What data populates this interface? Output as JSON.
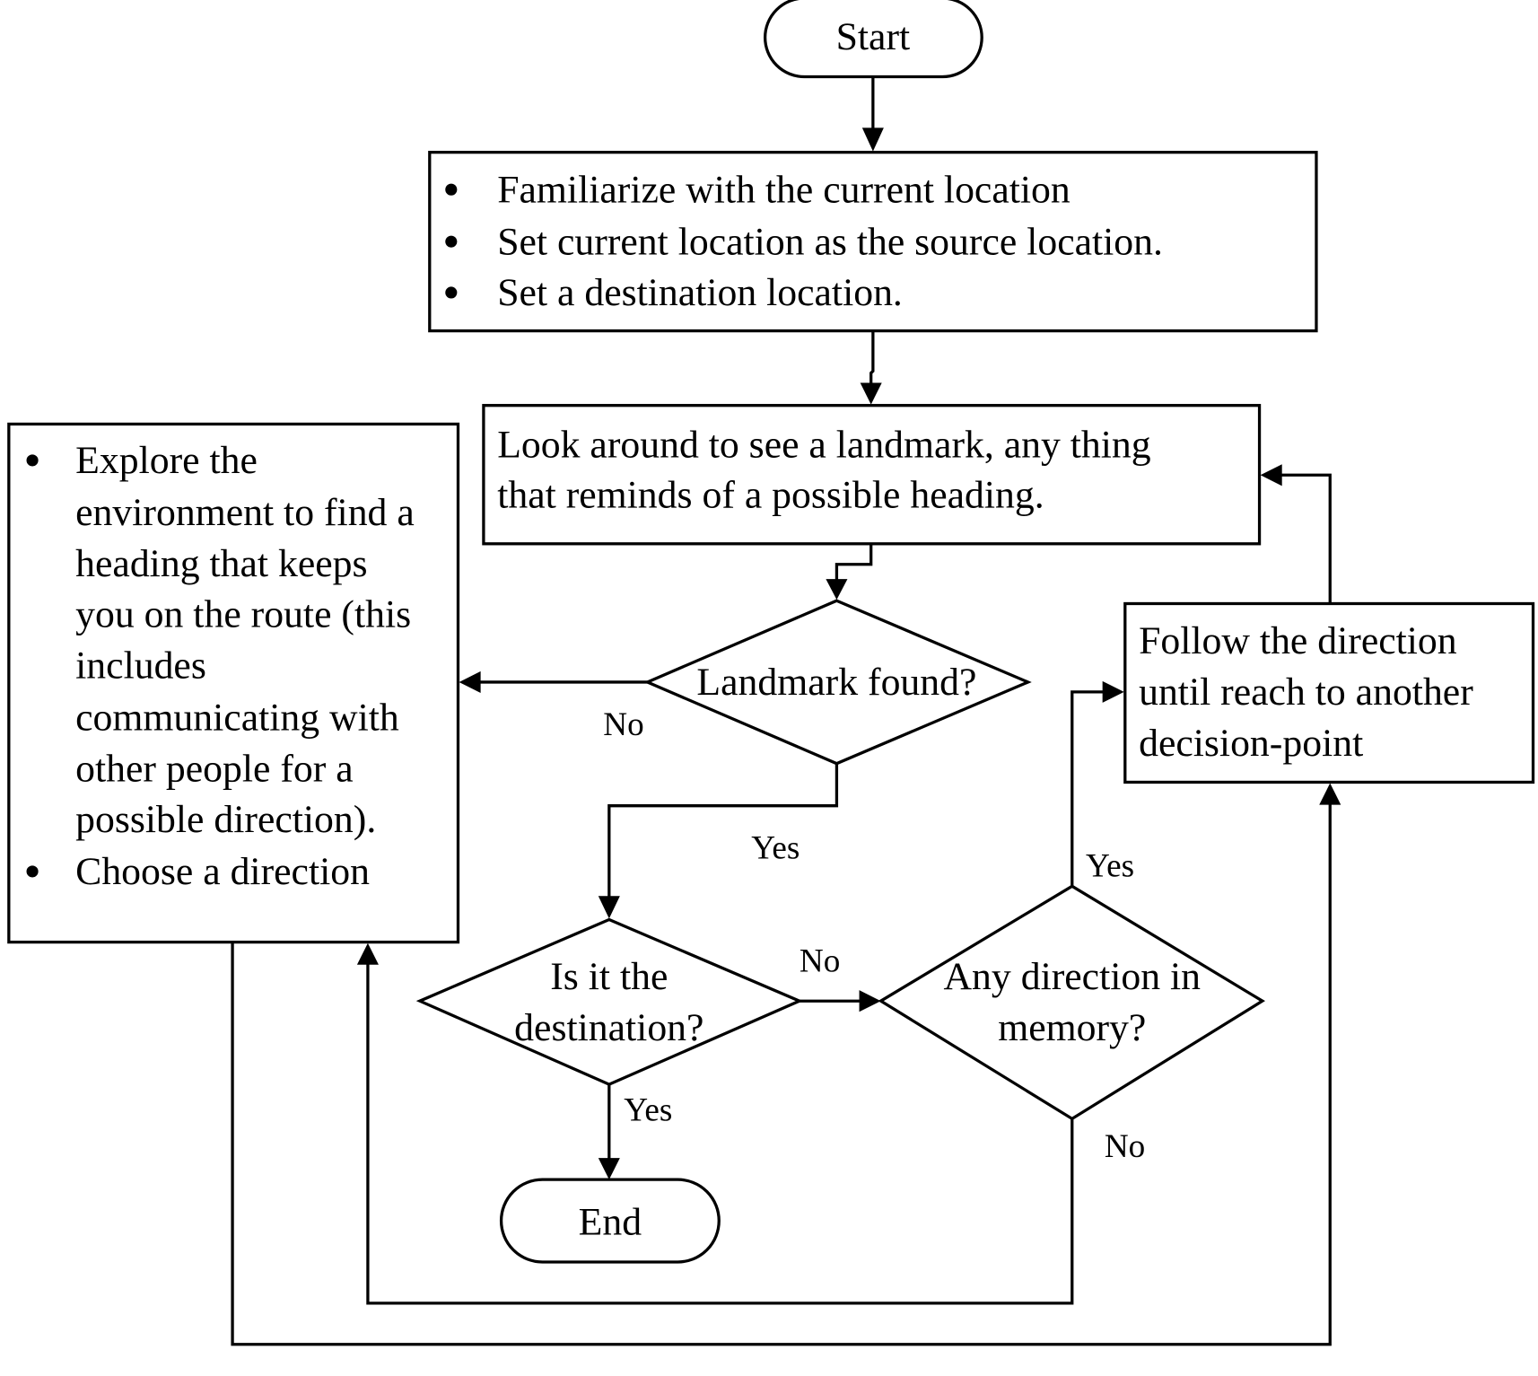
{
  "diagram": {
    "type": "flowchart",
    "colors": {
      "stroke": "#000000",
      "background": "#ffffff",
      "text": "#000000"
    },
    "nodes": {
      "start": {
        "kind": "terminator",
        "label": "Start"
      },
      "setup": {
        "kind": "process",
        "bullets": [
          "Familiarize with the current location",
          "Set current location as the source location.",
          "Set a destination location."
        ]
      },
      "look_around": {
        "kind": "process",
        "lines": [
          "Look around to see a landmark, any thing",
          "that reminds of a possible heading."
        ]
      },
      "landmark_found": {
        "kind": "decision",
        "label": "Landmark found?"
      },
      "explore": {
        "kind": "process",
        "bullets": [
          {
            "lines": [
              "Explore the",
              "environment to find a",
              "heading that keeps",
              "you on the route (this",
              "includes",
              "communicating with",
              "other people for a",
              "possible direction)."
            ]
          },
          {
            "lines": [
              "Choose a direction"
            ]
          }
        ]
      },
      "is_destination": {
        "kind": "decision",
        "lines": [
          "Is it the",
          "destination?"
        ]
      },
      "direction_in_memory": {
        "kind": "decision",
        "lines": [
          "Any direction in",
          "memory?"
        ]
      },
      "follow_direction": {
        "kind": "process",
        "lines": [
          "Follow the direction",
          "until reach to another",
          "decision-point"
        ]
      },
      "end": {
        "kind": "terminator",
        "label": "End"
      }
    },
    "edges": [
      {
        "from": "start",
        "to": "setup",
        "label": ""
      },
      {
        "from": "setup",
        "to": "look_around",
        "label": ""
      },
      {
        "from": "look_around",
        "to": "landmark_found",
        "label": ""
      },
      {
        "from": "landmark_found",
        "to": "explore",
        "label": "No"
      },
      {
        "from": "landmark_found",
        "to": "is_destination",
        "label": "Yes"
      },
      {
        "from": "is_destination",
        "to": "direction_in_memory",
        "label": "No"
      },
      {
        "from": "is_destination",
        "to": "end",
        "label": "Yes"
      },
      {
        "from": "direction_in_memory",
        "to": "follow_direction",
        "label": "Yes"
      },
      {
        "from": "direction_in_memory",
        "to": "explore",
        "label": "No"
      },
      {
        "from": "explore",
        "to": "follow_direction",
        "label": ""
      },
      {
        "from": "follow_direction",
        "to": "look_around",
        "label": ""
      }
    ],
    "edge_labels": {
      "landmark_no": "No",
      "landmark_yes": "Yes",
      "destination_no": "No",
      "destination_yes": "Yes",
      "memory_yes": "Yes",
      "memory_no": "No"
    }
  }
}
